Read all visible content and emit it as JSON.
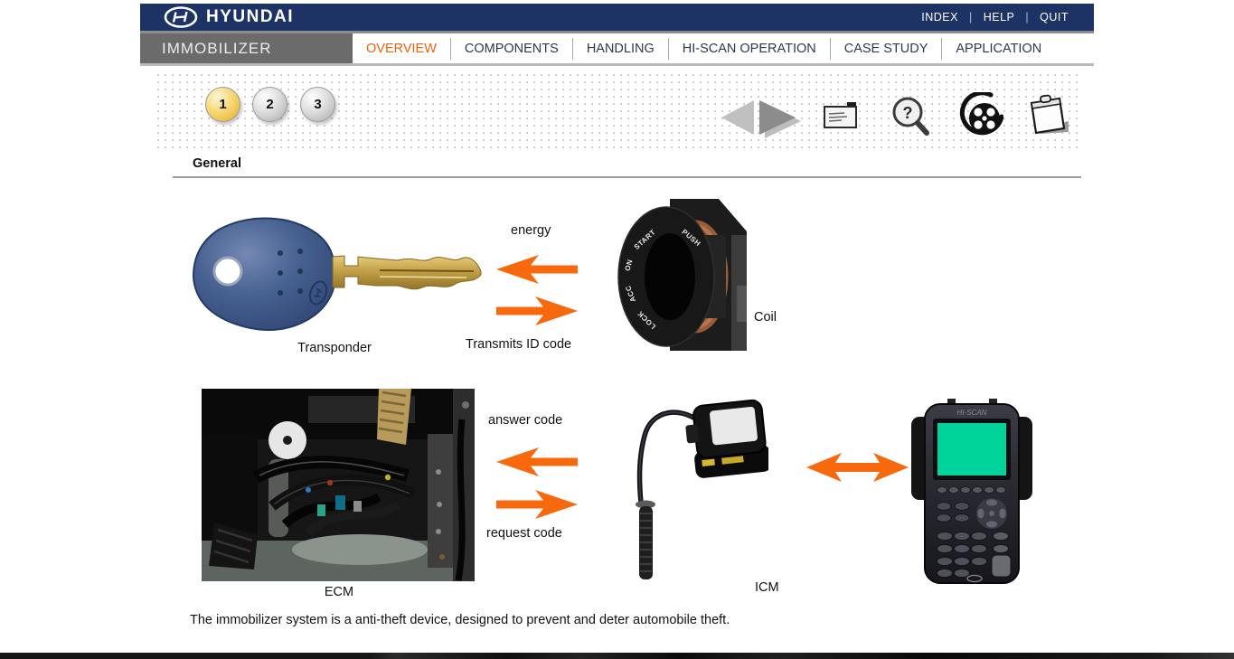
{
  "header": {
    "brand": "HYUNDAI",
    "menu": [
      "INDEX",
      "HELP",
      "QUIT"
    ],
    "separator": "|"
  },
  "nav": {
    "module": "IMMOBILIZER",
    "tabs": [
      {
        "label": "OVERVIEW",
        "active": true
      },
      {
        "label": "COMPONENTS",
        "active": false
      },
      {
        "label": "HANDLING",
        "active": false
      },
      {
        "label": "HI-SCAN OPERATION",
        "active": false
      },
      {
        "label": "CASE STUDY",
        "active": false
      },
      {
        "label": "APPLICATION",
        "active": false
      }
    ]
  },
  "toolbar": {
    "steps": [
      "1",
      "2",
      "3"
    ],
    "active_step": "1",
    "help_glyph": "?"
  },
  "page": {
    "section_title": "General"
  },
  "diagram": {
    "transponder": {
      "label": "Transponder"
    },
    "coil": {
      "label": "Coil",
      "ring_labels": [
        "PUSH",
        "START",
        "ON",
        "ACC",
        "LOCK"
      ]
    },
    "ecm": {
      "label": "ECM"
    },
    "icm": {
      "label": "ICM"
    },
    "scanner": {
      "brand_text": "HI-SCAN"
    },
    "flows": [
      {
        "text": "energy",
        "direction": "left"
      },
      {
        "text": "Transmits ID code",
        "direction": "right"
      },
      {
        "text": "answer code",
        "direction": "left"
      },
      {
        "text": "request code",
        "direction": "right"
      }
    ],
    "caption": "The immobilizer system is a anti-theft device, designed to prevent and deter automobile theft."
  },
  "colors": {
    "navy": "#1d3366",
    "accent_orange": "#e8650f",
    "arrow_orange": "#f8690e",
    "module_bar_gray": "#6b6b6b",
    "step_active_gold": "#f0cd62",
    "screen_green": "#00d49a"
  }
}
